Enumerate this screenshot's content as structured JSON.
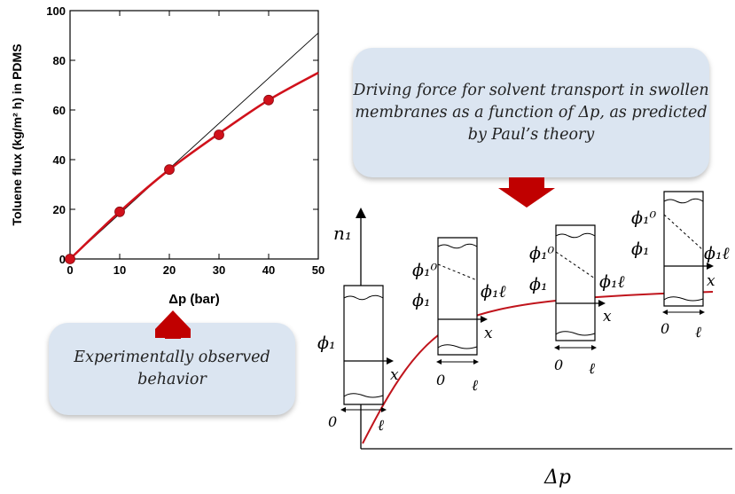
{
  "chart_data": {
    "type": "line",
    "xlabel": "Δp (bar)",
    "ylabel": "Toluene flux (kg/m² h) in PDMS",
    "xlim": [
      0,
      50
    ],
    "ylim": [
      0,
      100
    ],
    "xticks": [
      "0",
      "10",
      "20",
      "30",
      "40",
      "50"
    ],
    "yticks": [
      "0",
      "20",
      "40",
      "60",
      "80",
      "100"
    ],
    "series": [
      {
        "type": "scatter",
        "color": "#d0111b",
        "x": [
          0,
          10,
          20,
          30,
          40
        ],
        "y": [
          0,
          19,
          36,
          50,
          64
        ]
      },
      {
        "type": "line",
        "color": "#d0111b",
        "x": [
          0,
          10,
          20,
          30,
          40,
          50
        ],
        "y": [
          0,
          19,
          36,
          50.5,
          64,
          75
        ]
      },
      {
        "type": "line",
        "color": "#000000",
        "x": [
          0,
          50
        ],
        "y": [
          0,
          91
        ]
      }
    ],
    "grid": false
  },
  "callouts": {
    "top": "Driving force for solvent transport in swollen membranes as a function of Δp, as predicted by Paul’s theory",
    "bottom": "Experimentally observed behavior"
  },
  "colors": {
    "arrow": "#c00000",
    "curve": "#c0141c",
    "callout_fill": "#dbe5f1"
  },
  "diagram": {
    "y_axis_label": "n₁",
    "x_axis_label": "Δp",
    "membranes": [
      {
        "phi_top": "",
        "phi_bottom": "ϕ₁",
        "phi_ell": "",
        "x_label": "x",
        "zero": "0",
        "ell": "ℓ"
      },
      {
        "phi_top": "ϕ₁⁰",
        "phi_bottom": "ϕ₁",
        "phi_ell": "ϕ₁ℓ",
        "x_label": "x",
        "zero": "0",
        "ell": "ℓ"
      },
      {
        "phi_top": "ϕ₁⁰",
        "phi_bottom": "ϕ₁",
        "phi_ell": "ϕ₁ℓ",
        "x_label": "x",
        "zero": "0",
        "ell": "ℓ"
      },
      {
        "phi_top": "ϕ₁⁰",
        "phi_bottom": "ϕ₁",
        "phi_ell": "ϕ₁ℓ",
        "x_label": "x",
        "zero": "0",
        "ell": "ℓ"
      }
    ]
  }
}
